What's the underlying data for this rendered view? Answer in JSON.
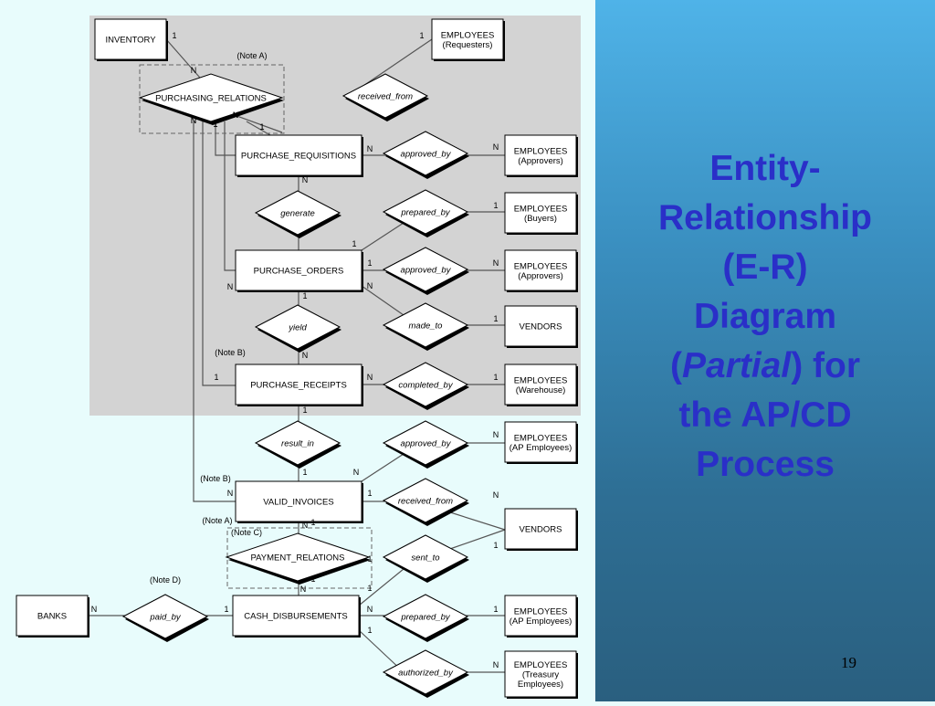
{
  "title": {
    "line1": "Entity-",
    "line2": "Relationship",
    "line3": "(E-R)",
    "line4": "Diagram",
    "open_paren": "(",
    "italic_word": "Partial",
    "after_italic": ") for",
    "line6": "the AP/CD",
    "line7": "Process"
  },
  "slide_number": "19",
  "colors": {
    "panel_gray": "#d3d3d3",
    "diagram_bg": "#e8fcfc",
    "title_text": "#2a2fc8"
  },
  "entities": [
    {
      "id": "inventory",
      "label": "INVENTORY"
    },
    {
      "id": "emp_requesters",
      "label": "EMPLOYEES",
      "sublabel": "(Requesters)"
    },
    {
      "id": "purchase_requisitions",
      "label": "PURCHASE_REQUISITIONS"
    },
    {
      "id": "emp_approvers1",
      "label": "EMPLOYEES",
      "sublabel": "(Approvers)"
    },
    {
      "id": "emp_buyers",
      "label": "EMPLOYEES",
      "sublabel": "(Buyers)"
    },
    {
      "id": "purchase_orders",
      "label": "PURCHASE_ORDERS"
    },
    {
      "id": "emp_approvers2",
      "label": "EMPLOYEES",
      "sublabel": "(Approvers)"
    },
    {
      "id": "vendors1",
      "label": "VENDORS"
    },
    {
      "id": "purchase_receipts",
      "label": "PURCHASE_RECEIPTS"
    },
    {
      "id": "emp_warehouse",
      "label": "EMPLOYEES",
      "sublabel": "(Warehouse)"
    },
    {
      "id": "emp_ap1",
      "label": "EMPLOYEES",
      "sublabel": "(AP Employees)"
    },
    {
      "id": "valid_invoices",
      "label": "VALID_INVOICES"
    },
    {
      "id": "vendors2",
      "label": "VENDORS"
    },
    {
      "id": "banks",
      "label": "BANKS"
    },
    {
      "id": "cash_disbursements",
      "label": "CASH_DISBURSEMENTS"
    },
    {
      "id": "emp_ap2",
      "label": "EMPLOYEES",
      "sublabel": "(AP Employees)"
    },
    {
      "id": "emp_treasury",
      "label": "EMPLOYEES",
      "sublabel": "(Treasury",
      "sublabel2": "Employees)"
    }
  ],
  "relationships": [
    {
      "id": "purchasing_relations",
      "label": "PURCHASING_RELATIONS",
      "italic": false
    },
    {
      "id": "received_from_1",
      "label": "received_from",
      "italic": true
    },
    {
      "id": "approved_by_1",
      "label": "approved_by",
      "italic": true
    },
    {
      "id": "generate",
      "label": "generate",
      "italic": true
    },
    {
      "id": "prepared_by_1",
      "label": "prepared_by",
      "italic": true
    },
    {
      "id": "approved_by_2",
      "label": "approved_by",
      "italic": true
    },
    {
      "id": "yield",
      "label": "yield",
      "italic": true
    },
    {
      "id": "made_to",
      "label": "made_to",
      "italic": true
    },
    {
      "id": "completed_by",
      "label": "completed_by",
      "italic": true
    },
    {
      "id": "result_in",
      "label": "result_in",
      "italic": true
    },
    {
      "id": "approved_by_3",
      "label": "approved_by",
      "italic": true
    },
    {
      "id": "received_from_2",
      "label": "received_from",
      "italic": true
    },
    {
      "id": "payment_relations",
      "label": "PAYMENT_RELATIONS",
      "italic": false
    },
    {
      "id": "sent_to",
      "label": "sent_to",
      "italic": true
    },
    {
      "id": "paid_by",
      "label": "paid_by",
      "italic": true
    },
    {
      "id": "prepared_by_2",
      "label": "prepared_by",
      "italic": true
    },
    {
      "id": "authorized_by",
      "label": "authorized_by",
      "italic": true
    }
  ],
  "notes": [
    "(Note A)",
    "(Note B)",
    "(Note B)",
    "(Note A)",
    "(Note C)",
    "(Note D)"
  ],
  "cardinalities": [
    "1",
    "N",
    "1",
    "N",
    "N",
    "N",
    "N",
    "1",
    "N",
    "1",
    "N",
    "1",
    "1",
    "N",
    "1",
    "1",
    "N",
    "1",
    "N",
    "1",
    "N",
    "1",
    "1",
    "N",
    "1",
    "N",
    "1",
    "N",
    "1",
    "N",
    "1",
    "N",
    "1",
    "N",
    "1",
    "N",
    "1",
    "N",
    "1",
    "1",
    "N",
    "1",
    "N",
    "1",
    "N",
    "1"
  ]
}
